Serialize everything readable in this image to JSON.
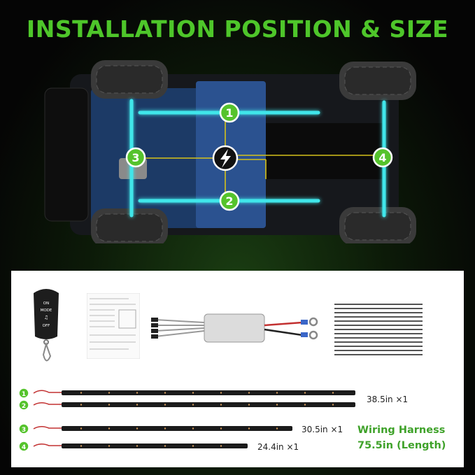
{
  "title": "INSTALLATION POSITION & SIZE",
  "colors": {
    "accent_green": "#4ec62a",
    "badge_green": "#55c32c",
    "light_cyan": "#3fe6ea",
    "wire_yellow": "#d6c21a"
  },
  "positions": [
    {
      "number": "1"
    },
    {
      "number": "2"
    },
    {
      "number": "3"
    },
    {
      "number": "4"
    }
  ],
  "remote": {
    "buttons": [
      "ON",
      "MODE",
      "♫",
      "OFF"
    ]
  },
  "strips": [
    {
      "number": "1",
      "size": "38.5in ×1"
    },
    {
      "number": "2",
      "size": ""
    },
    {
      "number": "3",
      "size": "30.5in ×1"
    },
    {
      "number": "4",
      "size": "24.4in ×1"
    }
  ],
  "wiring": {
    "line1": "Wiring Harness",
    "line2": "75.5in (Length)"
  },
  "icons": [
    "lightning-icon"
  ]
}
